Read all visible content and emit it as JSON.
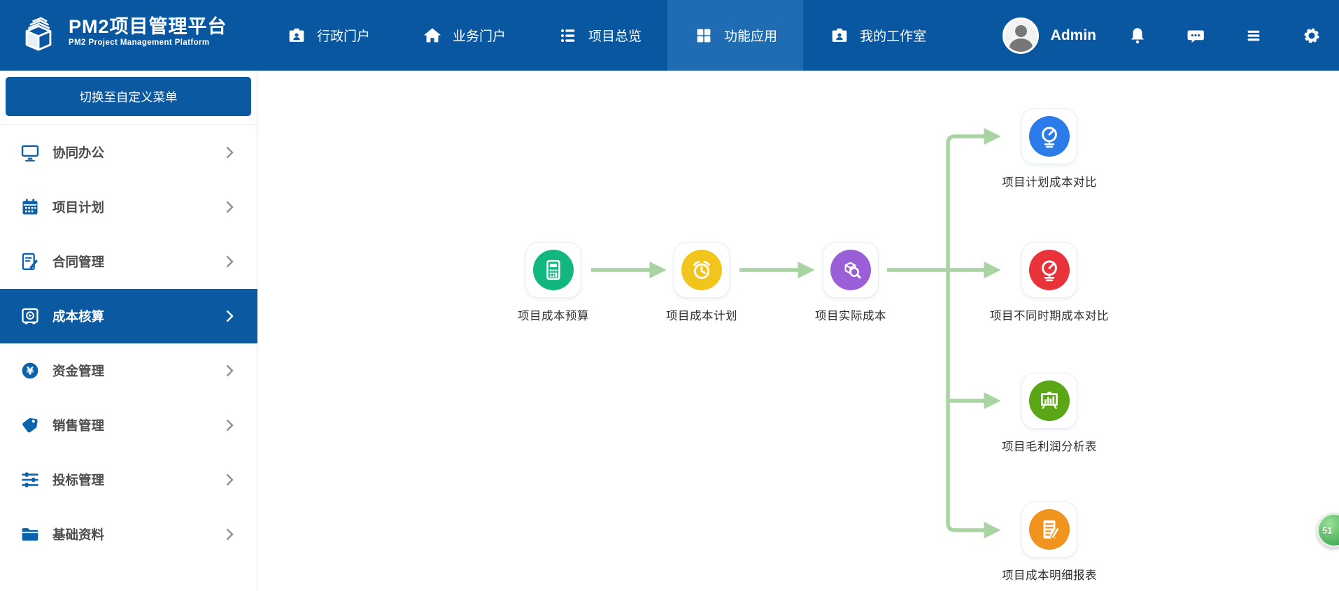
{
  "colors": {
    "topbar": "#0857a0",
    "topbarActive": "#1f6cb2",
    "sidebarButton": "#0b5aa1",
    "sidebarActive": "#0b5aa1",
    "sidebarIcon": "#0d62ac",
    "arrow": "#a9d3a2",
    "node_budget": "#12b77f",
    "node_plan": "#f2c51c",
    "node_actual": "#9a5ed6",
    "node_compare_plan": "#2b7ce9",
    "node_compare_period": "#e8333a",
    "node_gross_profit": "#5ba614",
    "node_detail_report": "#f0941f",
    "badge_green": "#2e9e40"
  },
  "topbar": {
    "logo_title": "PM2项目管理平台",
    "logo_subtitle": "PM2 Project Management Platform",
    "nav": [
      {
        "label": "行政门户",
        "icon": "badge-icon",
        "active": false
      },
      {
        "label": "业务门户",
        "icon": "home-icon",
        "active": false
      },
      {
        "label": "项目总览",
        "icon": "list-icon",
        "active": false
      },
      {
        "label": "功能应用",
        "icon": "grid-icon",
        "active": true
      },
      {
        "label": "我的工作室",
        "icon": "badge-icon",
        "active": false
      }
    ],
    "user": {
      "name": "Admin"
    }
  },
  "sidebar": {
    "switch_button": "切换至自定义菜单",
    "items": [
      {
        "label": "协同办公",
        "icon": "monitor-icon",
        "active": false
      },
      {
        "label": "项目计划",
        "icon": "calendar-icon",
        "active": false
      },
      {
        "label": "合同管理",
        "icon": "contract-icon",
        "active": false
      },
      {
        "label": "成本核算",
        "icon": "safe-icon",
        "active": true
      },
      {
        "label": "资金管理",
        "icon": "yen-icon",
        "active": false
      },
      {
        "label": "销售管理",
        "icon": "tag-icon",
        "active": false
      },
      {
        "label": "投标管理",
        "icon": "sliders-icon",
        "active": false
      },
      {
        "label": "基础资料",
        "icon": "folder-icon",
        "active": false
      }
    ]
  },
  "flow": {
    "main": [
      {
        "label": "项目成本预算",
        "icon": "calculator-icon"
      },
      {
        "label": "项目成本计划",
        "icon": "alarm-clock-icon"
      },
      {
        "label": "项目实际成本",
        "icon": "cube-search-icon"
      }
    ],
    "branches": [
      {
        "label": "项目计划成本对比",
        "icon": "gauge-icon"
      },
      {
        "label": "项目不同时期成本对比",
        "icon": "gauge-icon"
      },
      {
        "label": "项目毛利润分析表",
        "icon": "bar-chart-icon"
      },
      {
        "label": "项目成本明细报表",
        "icon": "report-pen-icon"
      }
    ]
  },
  "floating_badge": {
    "text": "51"
  }
}
